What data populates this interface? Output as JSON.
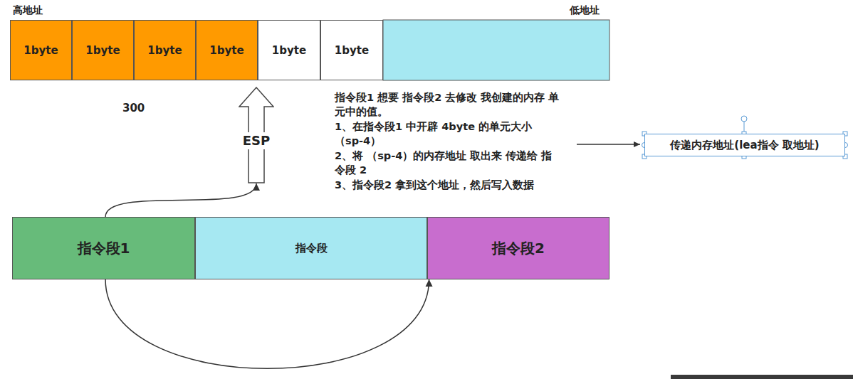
{
  "diagram": {
    "nodes": [
      {
        "text": [
          "1byte"
        ]
      },
      {
        "text": [
          "1byte"
        ]
      },
      {
        "text": [
          "1byte"
        ]
      },
      {
        "text": [
          "1byte"
        ]
      },
      {
        "text": [
          "1byte"
        ]
      },
      {
        "text": [
          "1byte"
        ]
      },
      {
        "text": [
          "ESP"
        ]
      },
      {
        "text": [
          "传递内存地址(lea指令 取地址)"
        ]
      },
      {
        "text": [
          "指令段1"
        ]
      },
      {
        "text": [
          "指令段"
        ]
      },
      {
        "text": [
          "指令段2"
        ]
      }
    ],
    "edges": [
      {
        "from": 8,
        "to": 6,
        "arrow": "to"
      },
      {
        "from": 8,
        "to": 10,
        "arrow": "to"
      }
    ],
    "labels": [
      "高地址",
      "低地址",
      "300",
      "指令段1 想要 指令段2 去修改 我创建的内存 单元中的值。",
      "1、在指令段1 中开辟 4byte 的单元大小 （sp-4）",
      "2、将 （sp-4）的内存地址 取出来 传递给 指令段 2",
      "3、指令段2 拿到这个地址，然后写入数据"
    ]
  }
}
